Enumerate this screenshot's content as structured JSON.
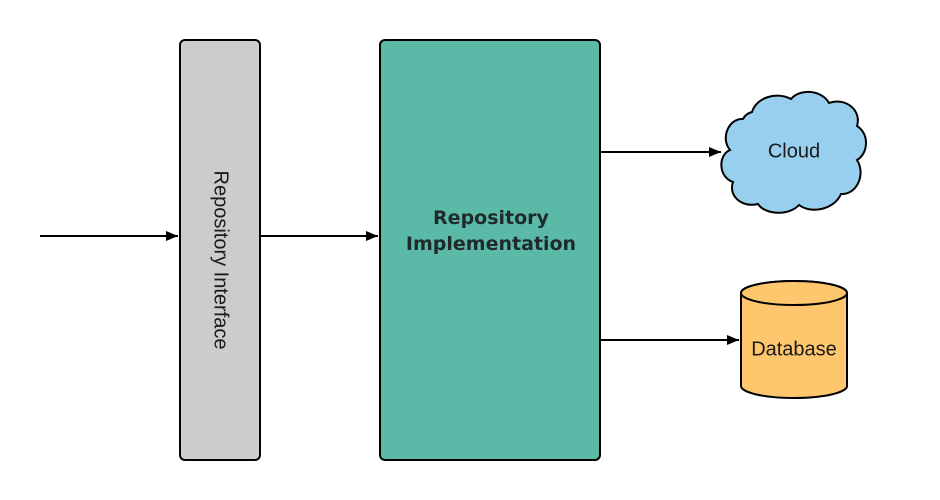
{
  "nodes": {
    "repository_interface": {
      "label": "Repository Interface",
      "fill": "#cccccc"
    },
    "repository_implementation": {
      "label_line1": "Repository",
      "label_line2": "Implementation",
      "fill": "#5bb9a7"
    },
    "cloud": {
      "label": "Cloud",
      "fill": "#99cfee"
    },
    "database": {
      "label": "Database",
      "fill": "#fec66d"
    }
  },
  "edges": [
    {
      "from": "external",
      "to": "repository_interface"
    },
    {
      "from": "repository_interface",
      "to": "repository_implementation"
    },
    {
      "from": "repository_implementation",
      "to": "cloud"
    },
    {
      "from": "repository_implementation",
      "to": "database"
    }
  ],
  "colors": {
    "stroke": "#000000",
    "text": "#1a1a1a"
  }
}
